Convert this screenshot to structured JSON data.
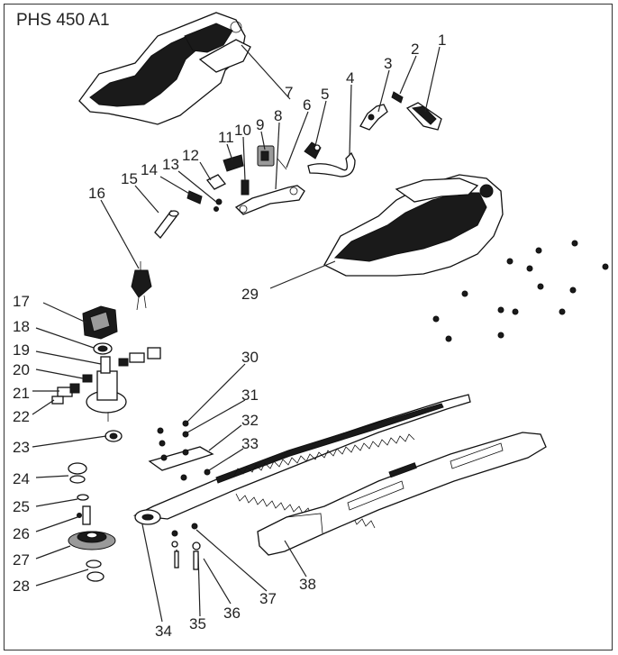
{
  "title": "PHS 450 A1",
  "part_numbers": [
    "1",
    "2",
    "3",
    "4",
    "5",
    "6",
    "7",
    "8",
    "9",
    "10",
    "11",
    "12",
    "13",
    "14",
    "15",
    "16",
    "17",
    "18",
    "19",
    "20",
    "21",
    "22",
    "23",
    "24",
    "25",
    "26",
    "27",
    "28",
    "29",
    "30",
    "31",
    "32",
    "33",
    "34",
    "35",
    "36",
    "37",
    "38"
  ],
  "colors": {
    "line": "#111111",
    "fill": "#ffffff",
    "dark": "#1a1a1a",
    "grey": "#9a9a9a"
  }
}
